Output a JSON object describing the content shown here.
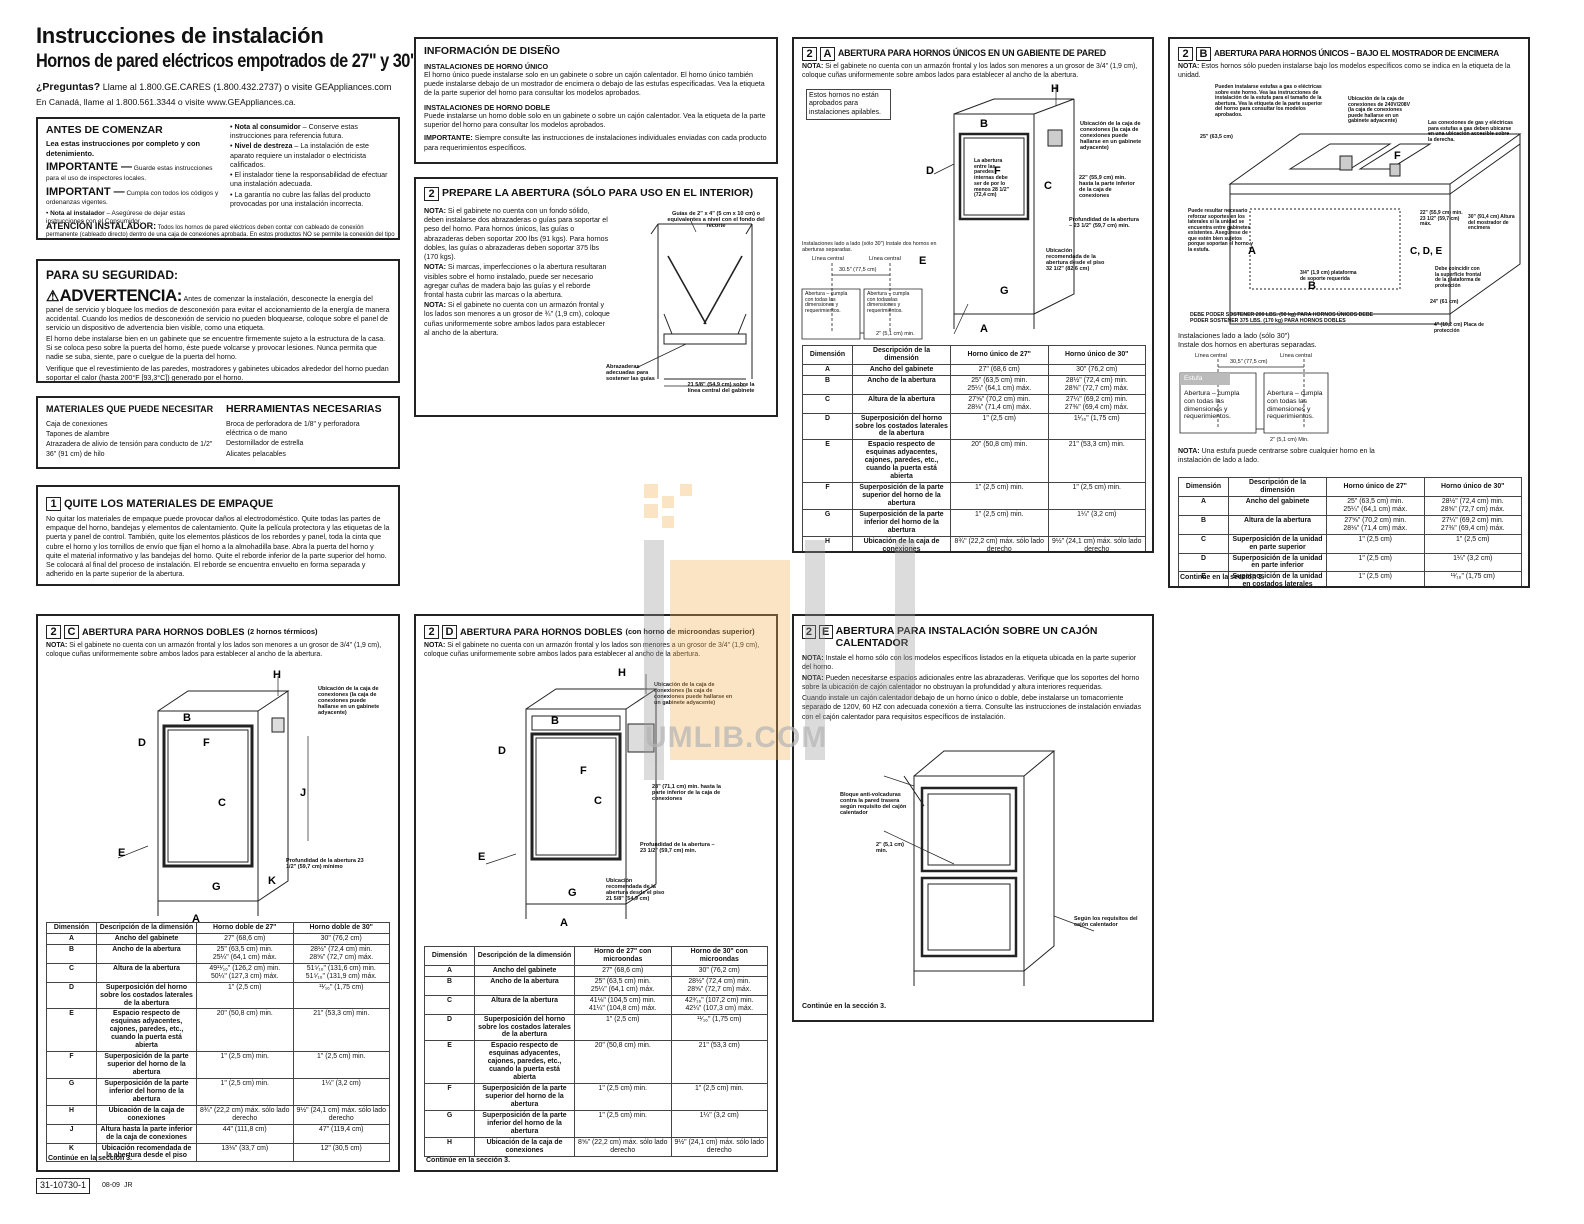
{
  "header": {
    "title": "Instrucciones de instalación",
    "subtitle": "Hornos de pared eléctricos empotrados de 27\" y 30\"",
    "questions_label": "¿Preguntas?",
    "questions_text": "Llame al 1.800.GE.CARES (1.800.432.2737) o visite GEAppliances.com",
    "canada": "En Canadá, llame al 1.800.561.3344 o visite www.GEAppliances.ca."
  },
  "antes": {
    "title": "ANTES DE COMENZAR",
    "intro": "Lea estas instrucciones por completo y con detenimiento.",
    "imp1_label": "IMPORTANTE —",
    "imp1_text": "Guarde estas instrucciones para el uso de inspectores locales.",
    "imp2_label": "IMPORTANT —",
    "imp2_text": "Cumpla con todos los códigos y ordenanzas vigentes.",
    "inst_label": "Nota al instalador",
    "inst_text": "– Asegúrese de dejar estas instrucciones con el Consumidor.",
    "cons_label": "Nota al consumidor",
    "cons_text": "– Conserve estas instrucciones para referencia futura.",
    "nivel_label": "Nivel de destreza",
    "nivel_text": "– La instalación de este aparato requiere un instalador o electricista calificados.",
    "resp": "El instalador tiene la responsabilidad de efectuar una instalación adecuada.",
    "garantia": "La garantía no cubre las fallas del producto provocadas por una instalación incorrecta.",
    "atencion_label": "ATENCIÓN INSTALADOR:",
    "atencion_text": "Todos los hornos de pared eléctricos deben contar con cableado de conexión permanente (cableado directo) dentro de una caja de conexiones aprobada. En estos productos NO se permite la conexión del tipo \"enchufe y receptáculo\"."
  },
  "seguridad": {
    "title": "PARA SU SEGURIDAD:",
    "adv": "ADVERTENCIA:",
    "adv_text": "Antes de comenzar la instalación, desconecte la energía del panel de servicio y bloquee los medios de desconexión para evitar el accionamiento de la energía de manera accidental. Cuando los medios de desconexión de servicio no pueden bloquearse, coloque sobre el panel de servicio un dispositivo de advertencia bien visible, como una etiqueta.",
    "p2": "El horno debe instalarse bien en un gabinete que se encuentre firmemente sujeto a la estructura de la casa. Si se coloca peso sobre la puerta del horno, éste puede volcarse y provocar lesiones. Nunca permita que nadie se suba, siente, pare o cuelgue de la puerta del horno.",
    "p3": "Verifique que el revestimiento de las paredes, mostradores y gabinetes ubicados alrededor del horno puedan soportar el calor (hasta 200°F [93,3°C]) generado por el horno."
  },
  "materiales": {
    "title": "MATERIALES QUE PUEDE NECESITAR",
    "items": [
      "Caja de conexiones",
      "Tapones de alambre",
      "Atrazadera de alivio de tensión para conducto de 1/2\"",
      "36\" (91 cm) de hilo"
    ],
    "tools_title": "HERRAMIENTAS NECESARIAS",
    "tools": [
      "Broca de perforadora de 1/8\" y perforadora eléctrica o de mano",
      "Destornillador de estrella",
      "Alicates pelacables"
    ]
  },
  "s1": {
    "num": "1",
    "title": "QUITE LOS MATERIALES DE EMPAQUE",
    "text": "No quitar los materiales de empaque puede provocar daños al electrodoméstico. Quite todas las partes de empaque del horno, bandejas y elementos de calentamiento. Quite la película protectora y las etiquetas de la puerta y panel de control. También, quite los elementos plásticos de los rebordes y panel, toda la cinta que cubre el horno y los tornillos de envío que fijan el horno a la almohadilla base. Abra la puerta del horno y quite el material informativo y las bandejas del horno. Quite el reborde inferior de la parte superior del horno. Se colocará al final del proceso de instalación. El reborde se encuentra envuelto en forma separada y adherido en la parte superior de la abertura."
  },
  "diseno": {
    "title": "INFORMACIÓN DE DISEÑO",
    "h1": "INSTALACIONES DE HORNO ÚNICO",
    "t1": "El horno único puede instalarse solo en un gabinete o sobre un cajón calentador. El horno único también puede instalarse debajo de un mostrador de encimera o debajo de las estufas especificadas. Vea la etiqueta de la parte superior del horno para consultar los modelos aprobados.",
    "h2": "INSTALACIONES DE HORNO DOBLE",
    "t2": "Puede instalarse un horno doble solo en un gabinete o sobre un cajón calentador. Vea la etiqueta de la parte superior del horno para consultar los modelos aprobados.",
    "imp_label": "IMPORTANTE:",
    "imp_text": "Siempre consulte las instrucciones de instalaciones individuales enviadas con cada producto para requerimientos específicos."
  },
  "s2": {
    "num": "2",
    "title": "PREPARE LA ABERTURA (SÓLO PARA USO EN EL INTERIOR)",
    "n1_label": "NOTA:",
    "n1": "Si el gabinete no cuenta con un fondo sólido, deben instalarse dos abrazaderas o guías para soportar el peso del horno. Para hornos únicos, las guías o abrazaderas deben soportar 200 lbs (91 kgs). Para hornos dobles, las guías o abrazaderas deben soportar 375 lbs (170 kgs).",
    "n2_label": "NOTA:",
    "n2": "Si marcas, imperfecciones o la abertura resultaran visibles sobre el horno instalado, puede ser necesario agregar cuñas de madera bajo las guías y el reborde frontal hasta cubrir las marcas o la abertura.",
    "n3_label": "NOTA:",
    "n3": "Si el gabinete no cuenta con un armazón frontal y los lados son menores a un grosor de ¾\" (1,9 cm), coloque cuñas uniformemente sobre ambos lados para establecer al ancho de la abertura.",
    "d_guias": "Guías de 2\" x 4\" (5 cm x 10 cm) o equivalentes a nivel con el fondo del recorte",
    "d_abraz": "Abrazaderas adecuadas para sostener las guías",
    "d_width": "21 5/8\" (54,9 cm) sobre la línea central del gabinete"
  },
  "s2a": {
    "num": "2",
    "letter": "A",
    "title": "ABERTURA PARA HORNOS ÚNICOS EN UN GABIENTE DE PARED",
    "note_label": "NOTA:",
    "note": "Si el gabinete no cuenta con un armazón frontal y los lados son menores a un grosor de 3/4\" (1,9 cm), coloque cuñas uniformemente sobre ambos lados para establecer al ancho de la abertura.",
    "box": "Estos hornos no están aprobados para instalaciones apilables.",
    "d_caja": "Ubicación de la caja de conexiones (la caja de conexiones puede hallarse en un gabinete adyacente)",
    "d_interior": "La abertura entre las paredes internas debe ser de por lo menos 28 1/2\" (72,4 cm)",
    "d_22": "22\" (55,9 cm) min. hasta la parte inferior de la caja de conexiones",
    "d_prof": "Profundidad de la abertura – 23 1/2\" (59,7 cm) min.",
    "d_ubic": "Ubicación recomendada de la abertura desde el piso 32 1/2\" (82,6 cm)",
    "d_lado": "Instalaciones lado a lado (sólo 30\") Instale dos hornos en aberturas separadas.",
    "d_linea1": "Línea central",
    "d_linea2": "Línea central",
    "d_305": "30.5\" (77,5 cm)",
    "d_ab1": "Abertura – cumpla con todas las dimensiones y requerimientos.",
    "d_ab2": "Abertura – cumpla con todas las dimensiones y requerimientos.",
    "d_2min": "2\" (5,1 cm) min.",
    "headers": [
      "Dimensión",
      "Descripción de la dimensión",
      "Horno único de 27\"",
      "Horno único de 30\""
    ],
    "rows": [
      [
        "A",
        "Ancho del gabinete",
        "27\" (68,6 cm)",
        "30\" (76,2 cm)"
      ],
      [
        "B",
        "Ancho de la abertura",
        "25\" (63,5 cm) min.\n25¼\" (64,1 cm) máx.",
        "28½\" (72,4 cm) min.\n28⅝\" (72,7 cm) máx."
      ],
      [
        "C",
        "Altura de la abertura",
        "27⅝\" (70,2 cm) min.\n28⅛\" (71,4 cm) máx.",
        "27¼\" (69,2 cm) min.\n27⅜\" (69,4 cm) máx."
      ],
      [
        "D",
        "Superposición del horno sobre los costados laterales de la abertura",
        "1\" (2,5 cm)",
        "1¹⁄₁₆\" (1,75 cm)"
      ],
      [
        "E",
        "Espacio respecto de esquinas adyacentes, cajones, paredes, etc., cuando la puerta está abierta",
        "20\" (50,8 cm) min.",
        "21\" (53,3 cm) min."
      ],
      [
        "F",
        "Superposición de la parte superior del horno de la abertura",
        "1\" (2,5 cm) min.",
        "1\" (2,5 cm) min."
      ],
      [
        "G",
        "Superposición de la parte inferior del horno de la abertura",
        "1\" (2,5 cm) min.",
        "1¼\" (3,2 cm)"
      ],
      [
        "H",
        "Ubicación de la caja de conexiones",
        "8¾\" (22,2 cm) máx. sólo lado derecho",
        "9½\" (24,1 cm) máx. sólo lado derecho"
      ]
    ]
  },
  "s2b": {
    "num": "2",
    "letter": "B",
    "title": "ABERTURA PARA HORNOS ÚNICOS – BAJO EL MOSTRADOR DE ENCIMERA",
    "note_label": "NOTA:",
    "note": "Estos hornos sólo pueden instalarse bajo los modelos específicos como se indica en la etiqueta de la unidad.",
    "d_encimera": "Pueden instalarse estufas a gas o eléctricas sobre este horno. Vea las instrucciones de instalación de la estufa para el tamaño de la abertura. Vea la etiqueta de la parte superior del horno para consultar los modelos aprobados.",
    "d_caja": "Ubicación de la caja de conexiones de 240V/208V (la caja de conexiones puede hallarse en un gabinete adyacente)",
    "d_con": "Las conexiones de gas y eléctricas para estufas a gas deben ubicarse en una ubicación accesible sobre la derecha.",
    "d_25": "25\" (63,5 cm)",
    "d_refuerzo": "Puede resultar necesario reforzar soportes en los laterales si la unidad se encuentra entre gabinetes existentes. Asegúrese de que estén bien sujetos porque soportan el horno y la estufa.",
    "d_22": "22\" (55,9 cm) min. 23 1/2\" (59,7 cm) máx.",
    "d_30": "30\" (91,4 cm) Altura del mostrador de encimera",
    "d_cde": "C, D, E",
    "d_plataforma": "3/4\" (1,9 cm) plataforma de soporte requerida",
    "d_24": "24\" (61 cm)",
    "d_frente": "Debe coincidir con la superficie frontal de la plataforma de protección",
    "d_4": "4\" (10,2 cm) Placa de protección",
    "d_soportar": "DEBE PODER SOSTENER 200 LBS. (90 kg) PARA HORNOS ÚNICOS DEBE PODER SOSTENER 375 LBS. (170 kg) PARA HORNOS DOBLES",
    "lado1": "Instalaciones lado a lado (sólo 30\")",
    "lado2": "Instale dos hornos en aberturas separadas.",
    "linea1": "Línea central",
    "linea2": "Línea central",
    "d_305": "30,5\" (77,5 cm)",
    "estufa": "Estufa",
    "ab1": "Abertura – cumpla con todas las dimensiones y requerimientos.",
    "ab2": "Abertura – cumpla con todas las dimensiones y requerimientos.",
    "d_2min": "2\" (5,1 cm) Min.",
    "note2_label": "NOTA:",
    "note2": "Una estufa puede centrarse sobre cualquier horno en la instalación de lado a lado.",
    "headers": [
      "Dimensión",
      "Descripción de la dimensión",
      "Horno único de 27\"",
      "Horno único de 30\""
    ],
    "rows": [
      [
        "A",
        "Ancho del gabinete",
        "25\" (63,5 cm) min.\n25¼\" (64,1 cm) máx.",
        "28½\" (72,4 cm) min.\n28⅝\" (72,7 cm) máx."
      ],
      [
        "B",
        "Altura de la abertura",
        "27⅝\" (70,2 cm) min.\n28⅛\" (71,4 cm) máx.",
        "27¼\" (69,2 cm) min.\n27⅜\" (69,4 cm) máx."
      ],
      [
        "C",
        "Superposición de la unidad en parte superior",
        "1\" (2,5 cm)",
        "1\" (2,5 cm)"
      ],
      [
        "D",
        "Superposición de la unidad en parte inferior",
        "1\" (2,5 cm)",
        "1¼\" (3,2 cm)"
      ],
      [
        "E",
        "Superposición de la unidad en costados laterales",
        "1\" (2,5 cm)",
        "¹¹⁄₁₆\" (1,75 cm)"
      ],
      [
        "F",
        "Ubicación de la caja de conexiones",
        "8¾\" (22,2 cm) máx. sólo lado derecho",
        "9½\" (24,1 cm) máx. sólo lado derecho"
      ]
    ],
    "cont": "Continúe en la sección 3."
  },
  "s2c": {
    "num": "2",
    "letter": "C",
    "title": "ABERTURA PARA HORNOS DOBLES",
    "title_small": "(2 hornos térmicos)",
    "note_label": "NOTA:",
    "note": "Si el gabinete no cuenta con un armazón frontal y los lados son menores a un grosor de 3/4\" (1,9 cm), coloque cuñas uniformemente sobre ambos lados para establecer al ancho de la abertura.",
    "d_caja": "Ubicación de la caja de conexiones (la caja de conexiones puede hallarse en un gabinete adyacente)",
    "d_prof": "Profundidad de la abertura 23 1/2\" (59,7 cm) mínimo",
    "headers": [
      "Dimensión",
      "Descripción de la dimensión",
      "Horno doble de 27\"",
      "Horno doble de 30\""
    ],
    "rows": [
      [
        "A",
        "Ancho del gabinete",
        "27\" (68,6 cm)",
        "30\" (76,2 cm)"
      ],
      [
        "B",
        "Ancho de la abertura",
        "25\" (63,5 cm) min.\n25¼\" (64,1 cm) máx.",
        "28½\" (72,4 cm) min.\n28⅝\" (72,7 cm) máx."
      ],
      [
        "C",
        "Altura de la abertura",
        "49¹¹⁄₁₆\" (126,2 cm) min.\n50¼\" (127,3 cm) máx.",
        "51⁵⁄₁₆\" (131,6 cm) min.\n51⁵⁄₁₆\" (131,9 cm) máx."
      ],
      [
        "D",
        "Superposición del horno sobre los costados laterales de la abertura",
        "1\" (2,5 cm)",
        "¹¹⁄₁₆\" (1,75 cm)"
      ],
      [
        "E",
        "Espacio respecto de esquinas adyacentes, cajones, paredes, etc., cuando la puerta está abierta",
        "20\" (50,8 cm) min.",
        "21\" (53,3 cm) min."
      ],
      [
        "F",
        "Superposición de la parte superior del horno de la abertura",
        "1\" (2,5 cm) min.",
        "1\" (2,5 cm) min."
      ],
      [
        "G",
        "Superposición de la parte inferior del horno de la abertura",
        "1\" (2,5 cm) min.",
        "1¼\" (3,2 cm)"
      ],
      [
        "H",
        "Ubicación de la caja de conexiones",
        "8¾\" (22,2 cm) máx. sólo lado derecho",
        "9½\" (24,1 cm) máx. sólo lado derecho"
      ],
      [
        "J",
        "Altura hasta la parte inferior de la caja de conexiones",
        "44\" (111,8 cm)",
        "47\" (119,4 cm)"
      ],
      [
        "K",
        "Ubicación recomendada de la abertura desde el piso",
        "13⅛\" (33,7 cm)",
        "12\" (30,5 cm)"
      ]
    ],
    "cont": "Continúe en la sección 3."
  },
  "s2d": {
    "num": "2",
    "letter": "D",
    "title": "ABERTURA PARA HORNOS DOBLES",
    "title_small": "(con horno de microondas superior)",
    "note_label": "NOTA:",
    "note": "Si el gabinete no cuenta con un armazón frontal y los lados son menores a un grosor de 3/4\" (1,9 cm), coloque cuñas uniformemente sobre ambos lados para establecer al ancho de la abertura.",
    "d_caja": "Ubicación de la caja de conexiones (la caja de conexiones puede hallarse en un gabinete adyacente)",
    "d_28": "28\" (71,1 cm) min. hasta la parte inferior de la caja de conexiones",
    "d_prof": "Profundidad de la abertura – 23 1/2\" (59,7 cm) min.",
    "d_ubic": "Ubicación recomendada de la abertura desde el piso 21 5/8\" (54,9 cm)",
    "headers": [
      "Dimensión",
      "Descripción de la dimensión",
      "Horno de 27\" con microondas",
      "Horno de 30\" con microondas"
    ],
    "rows": [
      [
        "A",
        "Ancho del gabinete",
        "27\" (68,6 cm)",
        "30\" (76,2 cm)"
      ],
      [
        "B",
        "Ancho de la abertura",
        "25\" (63,5 cm) min.\n25¼\" (64,1 cm) máx.",
        "28½\" (72,4 cm) min.\n28⅝\" (72,7 cm) máx."
      ],
      [
        "C",
        "Altura de la abertura",
        "41⅛\" (104,5 cm) min.\n41¼\" (104,8 cm) máx.",
        "42³⁄₁₆\" (107,2 cm) min.\n42¼\" (107,3 cm) máx."
      ],
      [
        "D",
        "Superposición del horno sobre los costados laterales de la abertura",
        "1\" (2,5 cm)",
        "¹¹⁄₁₆\" (1,75 cm)"
      ],
      [
        "E",
        "Espacio respecto de esquinas adyacentes, cajones, paredes, etc., cuando la puerta está abierta",
        "20\" (50,8 cm) min.",
        "21\" (53,3 cm)"
      ],
      [
        "F",
        "Superposición de la parte superior del horno de la abertura",
        "1\" (2,5 cm) min.",
        "1\" (2,5 cm) min."
      ],
      [
        "G",
        "Superposición de la parte inferior del horno de la abertura",
        "1\" (2,5 cm) min.",
        "1¼\" (3,2 cm)"
      ],
      [
        "H",
        "Ubicación de la caja de conexiones",
        "8⅝\" (22,2 cm) máx. sólo lado derecho",
        "9½\" (24,1 cm) máx. sólo lado derecho"
      ]
    ],
    "cont": "Continúe en la sección 3."
  },
  "s2e": {
    "num": "2",
    "letter": "E",
    "title": "ABERTURA PARA INSTALACIÓN SOBRE UN CAJÓN CALENTADOR",
    "n1_label": "NOTA:",
    "n1": "Instale el horno sólo con los modelos específicos listados en la etiqueta ubicada en la parte superior del horno.",
    "n2_label": "NOTA:",
    "n2": "Pueden necesitarse espacios adicionales entre las abrazaderas. Verifique que los soportes del horno sobre la ubicación de cajón calentador no obstruyan la profundidad y altura interiores requeridas.",
    "p3": "Cuando instale un cajón calentador debajo de un horno único o doble, debe instalarse un tomacorriente separado de 120V, 60 HZ con adecuada conexión a tierra. Consulte las instrucciones de instalación enviadas con el cajón calentador para requisitos específicos de instalación.",
    "d_bloque": "Bloque anti-volcaduras contra la pared trasera según requisito del cajón calentador",
    "d_2": "2\" (5,1 cm) min.",
    "d_segun": "Según los requisitos del cajón calentador",
    "cont": "Continúe en la sección 3."
  },
  "footer": {
    "code": "31-10730-1",
    "date": "08-09",
    "initials": "JR"
  },
  "watermark": "UMLIB.COM"
}
